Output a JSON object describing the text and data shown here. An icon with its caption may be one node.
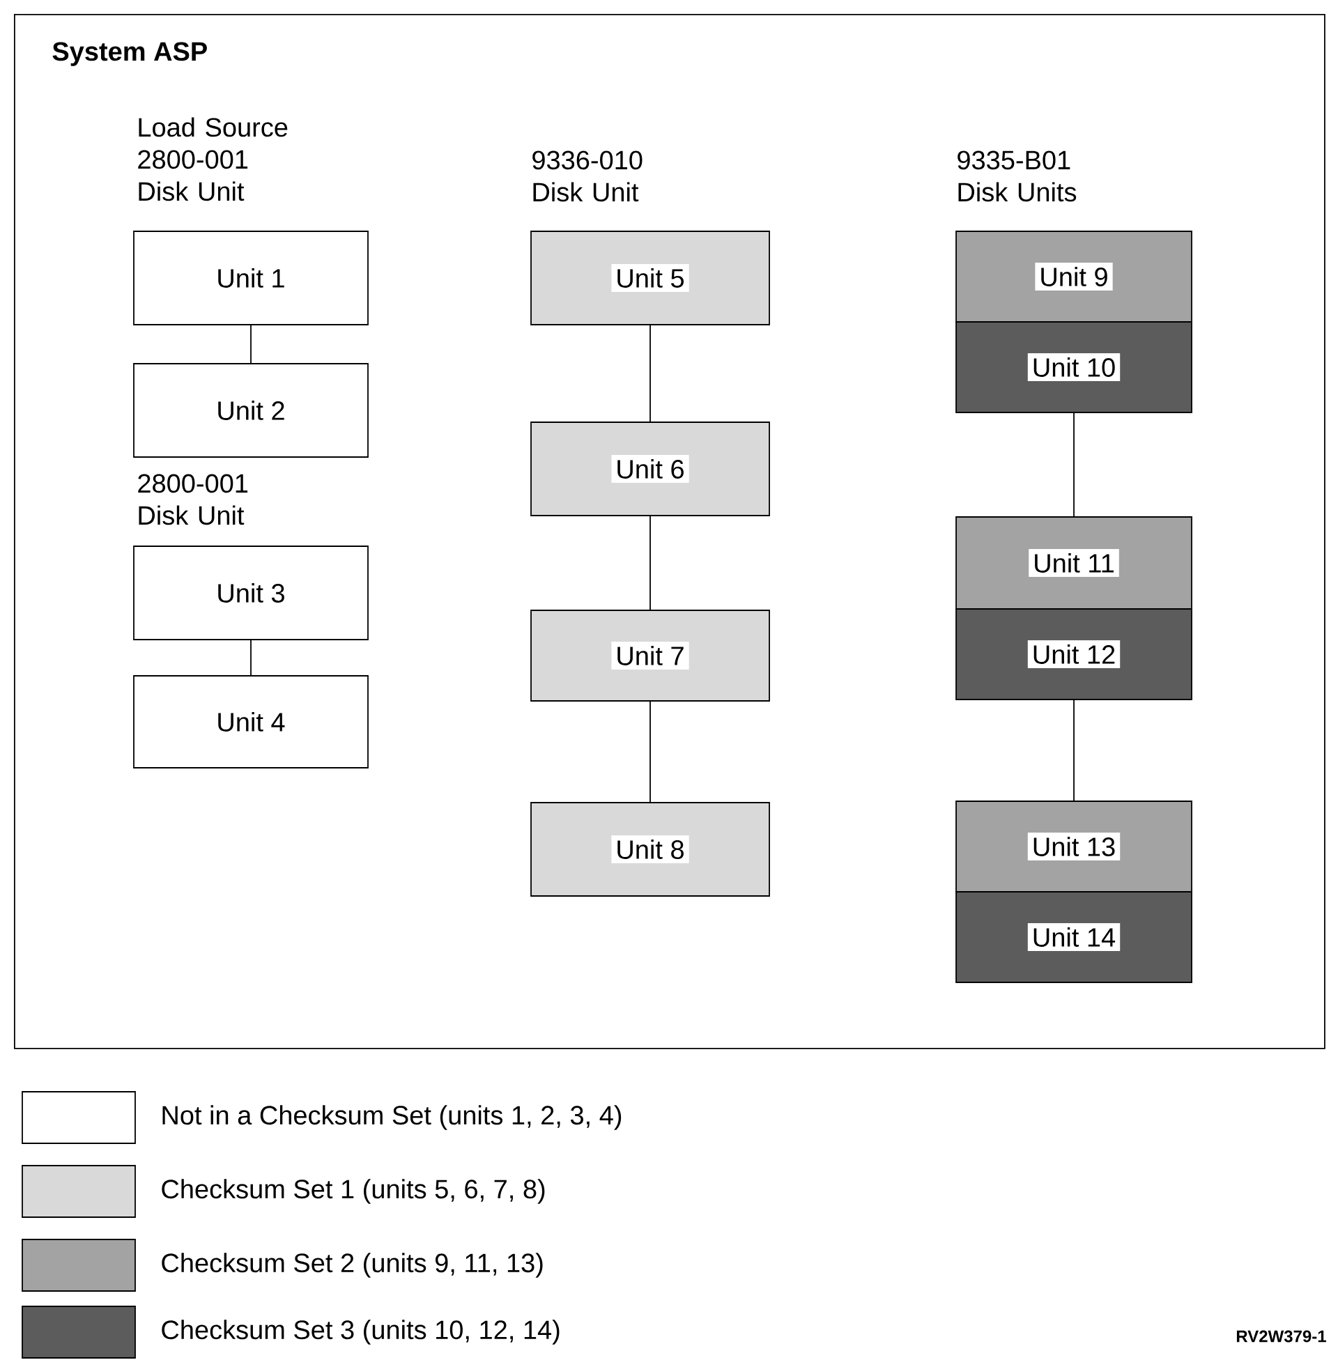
{
  "diagram": {
    "nodes": [
      {
        "text": [
          "System ASP"
        ]
      },
      {
        "text": [
          "Unit 1"
        ],
        "in": 0
      },
      {
        "text": [
          "Unit 2"
        ],
        "in": 0
      },
      {
        "text": [
          "Unit 3"
        ],
        "in": 0
      },
      {
        "text": [
          "Unit 4"
        ],
        "in": 0
      },
      {
        "text": [
          "Unit 5"
        ],
        "in": 0
      },
      {
        "text": [
          "Unit 6"
        ],
        "in": 0
      },
      {
        "text": [
          "Unit 7"
        ],
        "in": 0
      },
      {
        "text": [
          "Unit 8"
        ],
        "in": 0
      },
      {
        "text": [
          "Unit 9"
        ],
        "in": 0
      },
      {
        "text": [
          "Unit 10"
        ],
        "in": 0
      },
      {
        "text": [
          "Unit 11"
        ],
        "in": 0
      },
      {
        "text": [
          "Unit 12"
        ],
        "in": 0
      },
      {
        "text": [
          "Unit 13"
        ],
        "in": 0
      },
      {
        "text": [
          "Unit 14"
        ],
        "in": 0
      }
    ],
    "edges": [
      {
        "from": 1,
        "to": 2,
        "arrow": "none"
      },
      {
        "from": 3,
        "to": 4,
        "arrow": "none"
      },
      {
        "from": 5,
        "to": 6,
        "arrow": "none"
      },
      {
        "from": 6,
        "to": 7,
        "arrow": "none"
      },
      {
        "from": 7,
        "to": 8,
        "arrow": "none"
      },
      {
        "from": 10,
        "to": 11,
        "arrow": "none"
      },
      {
        "from": 12,
        "to": 13,
        "arrow": "none"
      }
    ],
    "labels": [
      "Load Source 2800-001 Disk Unit",
      "9336-010 Disk Unit",
      "9335-B01 Disk Units",
      "2800-001 Disk Unit",
      "RV2W379-1"
    ],
    "legend": [
      {
        "text": "Not in a Checksum Set (units 1, 2, 3, 4)"
      },
      {
        "text": "Checksum Set 1 (units 5, 6, 7, 8)",
        "color": "#d9d9d9"
      },
      {
        "text": "Checksum Set 2 (units 9, 11, 13)",
        "color": "#a3a3a3"
      },
      {
        "text": "Checksum Set 3 (units 10, 12, 14)",
        "color": "#5c5c5c"
      }
    ]
  }
}
